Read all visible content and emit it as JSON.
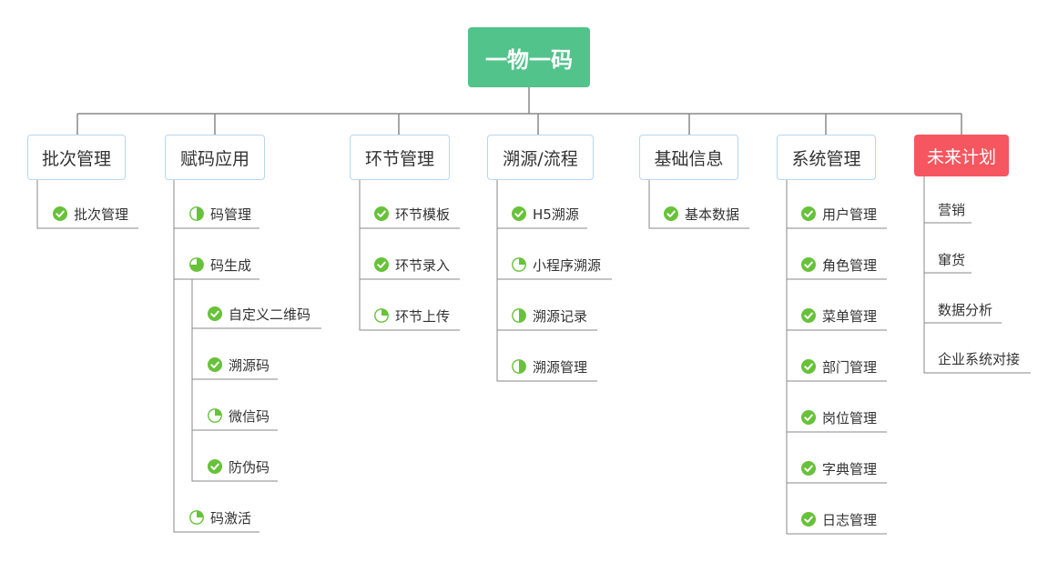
{
  "root": "一物一码",
  "colors": {
    "root": "#52c38a",
    "red": "#f5565f",
    "check": "#67c23a",
    "border": "#b8d6ee",
    "line": "#888888"
  },
  "branches": [
    {
      "title": "批次管理",
      "items": [
        {
          "label": "批次管理",
          "progress": 1
        }
      ]
    },
    {
      "title": "赋码应用",
      "items": [
        {
          "label": "码管理",
          "progress": 0.5
        },
        {
          "label": "码生成",
          "progress": 0.75,
          "children": [
            {
              "label": "自定义二维码",
              "progress": 1
            },
            {
              "label": "溯源码",
              "progress": 1
            },
            {
              "label": "微信码",
              "progress": 0.25
            },
            {
              "label": "防伪码",
              "progress": 1
            }
          ]
        },
        {
          "label": "码激活",
          "progress": 0.25
        }
      ]
    },
    {
      "title": "环节管理",
      "items": [
        {
          "label": "环节模板",
          "progress": 1
        },
        {
          "label": "环节录入",
          "progress": 1
        },
        {
          "label": "环节上传",
          "progress": 0.25
        }
      ]
    },
    {
      "title": "溯源/流程",
      "items": [
        {
          "label": "H5溯源",
          "progress": 1
        },
        {
          "label": "小程序溯源",
          "progress": 0.25
        },
        {
          "label": "溯源记录",
          "progress": 0.5
        },
        {
          "label": "溯源管理",
          "progress": 0.5
        }
      ]
    },
    {
      "title": "基础信息",
      "items": [
        {
          "label": "基本数据",
          "progress": 1
        }
      ]
    },
    {
      "title": "系统管理",
      "items": [
        {
          "label": "用户管理",
          "progress": 1
        },
        {
          "label": "角色管理",
          "progress": 1
        },
        {
          "label": "菜单管理",
          "progress": 1
        },
        {
          "label": "部门管理",
          "progress": 1
        },
        {
          "label": "岗位管理",
          "progress": 1
        },
        {
          "label": "字典管理",
          "progress": 1
        },
        {
          "label": "日志管理",
          "progress": 1
        }
      ]
    },
    {
      "title": "未来计划",
      "items": [
        {
          "label": "营销"
        },
        {
          "label": "窜货"
        },
        {
          "label": "数据分析"
        },
        {
          "label": "企业系统对接"
        }
      ]
    }
  ]
}
